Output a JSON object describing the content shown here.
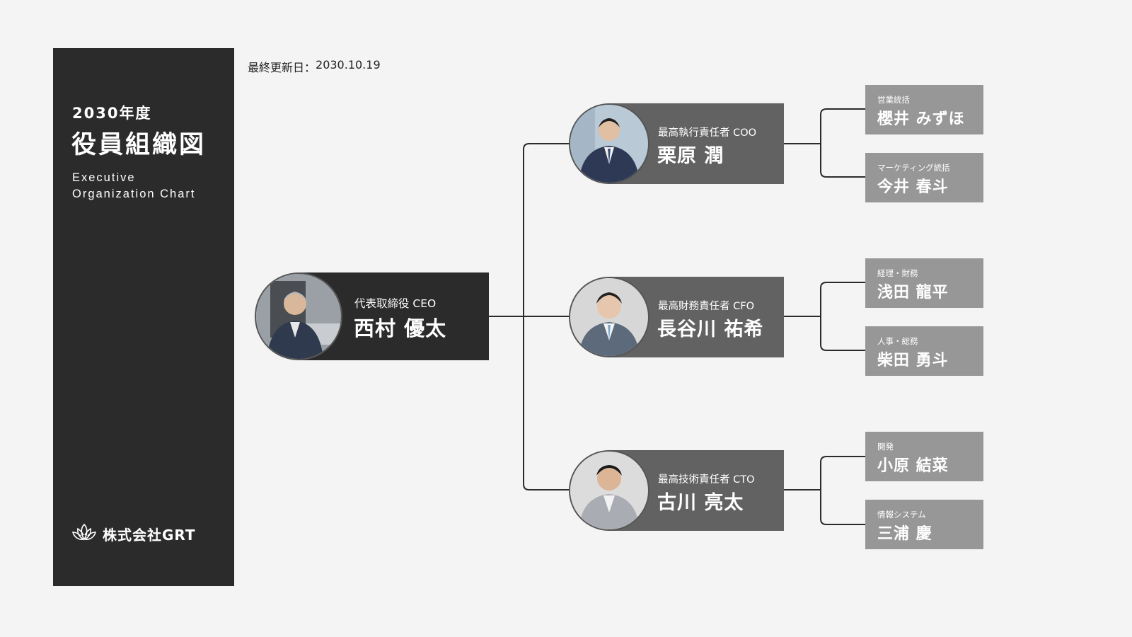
{
  "sidebar": {
    "year": "2030年度",
    "title": "役員組織図",
    "subtitle": "Executive Organization Chart",
    "company": "株式会社GRT"
  },
  "updated": {
    "label": "最終更新日：",
    "date": "2030.10.19"
  },
  "ceo": {
    "role": "代表取締役 CEO",
    "name": "西村 優太"
  },
  "executives": [
    {
      "role": "最高執行責任者 COO",
      "name": "栗原 潤"
    },
    {
      "role": "最高財務責任者 CFO",
      "name": "長谷川 祐希"
    },
    {
      "role": "最高技術責任者 CTO",
      "name": "古川 亮太"
    }
  ],
  "departments": [
    {
      "dept": "営業統括",
      "name": "櫻井 みずほ"
    },
    {
      "dept": "マーケティング統括",
      "name": "今井 春斗"
    },
    {
      "dept": "経理・財務",
      "name": "浅田 龍平"
    },
    {
      "dept": "人事・総務",
      "name": "柴田 勇斗"
    },
    {
      "dept": "開発",
      "name": "小原 結菜"
    },
    {
      "dept": "情報システム",
      "name": "三浦 慶"
    }
  ],
  "colors": {
    "dark": "#2b2b2b",
    "mid": "#626262",
    "light": "#979797",
    "background": "#f4f4f4",
    "line": "#2b2b2b"
  },
  "icons": {
    "company_logo": "lotus-icon"
  }
}
